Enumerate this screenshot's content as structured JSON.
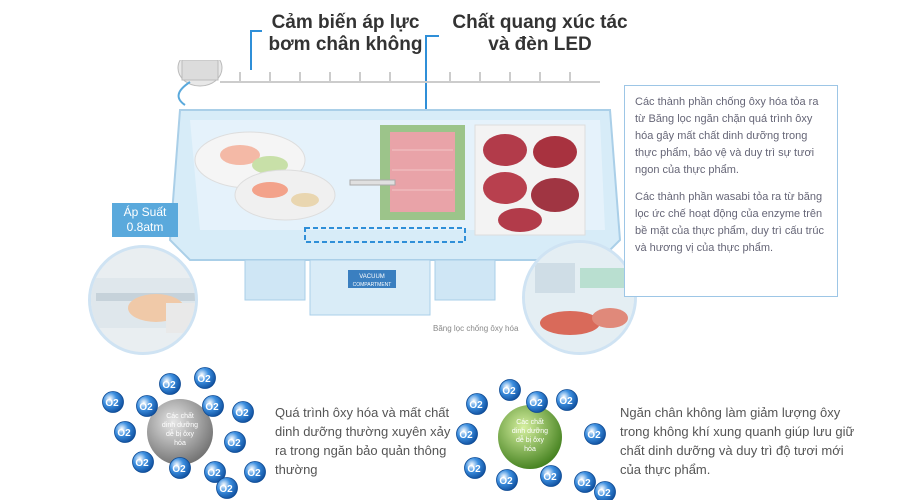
{
  "callouts": {
    "pressure_sensor": [
      "Cảm biến áp lực",
      "bơm chân không"
    ],
    "photocatalyst": [
      "Chất quang xúc tác",
      "và đèn LED"
    ]
  },
  "pressure_badge": [
    "Áp Suất",
    "0.8atm"
  ],
  "info": {
    "paragraph1": "Các thành phần chống ôxy hóa tỏa ra từ Băng lọc ngăn chặn quá trình ôxy hóa gây mất chất dinh dưỡng trong thực phẩm, bảo vệ và duy trì sự tươi ngon của thực phẩm.",
    "paragraph2": "Các thành phần wasabi tỏa ra từ băng lọc ức chế hoạt động của enzyme trên bề mặt của thực phẩm, duy trì cấu trúc và hương vị của thực phẩm."
  },
  "compartment": {
    "label1": "VACUUM",
    "label2": "COMPARTMENT"
  },
  "filter_label": "Băng lọc chống ôxy hóa",
  "molecule_label": "O2",
  "left_core": [
    "Các chất",
    "dinh dưỡng",
    "dễ bị ôxy",
    "hóa"
  ],
  "right_core": [
    "Các chất",
    "dinh dưỡng",
    "dễ bị ôxy",
    "hóa"
  ],
  "left_text": "Quá trình ôxy hóa và mất chất dinh dưỡng thường xuyên xảy ra trong ngăn bảo quản thông thường",
  "right_text": "Ngăn chân không làm giảm lượng ôxy trong không khí xung quanh giúp lưu giữ chất dinh dưỡng và duy trì độ tươi mới của thực phẩm.",
  "colors": {
    "accent": "#2f8fd8",
    "badge": "#5aa9dc",
    "o2_blue": "#1f6fc4",
    "core_gray": "#9a9a9a",
    "core_green": "#7ab83a"
  }
}
